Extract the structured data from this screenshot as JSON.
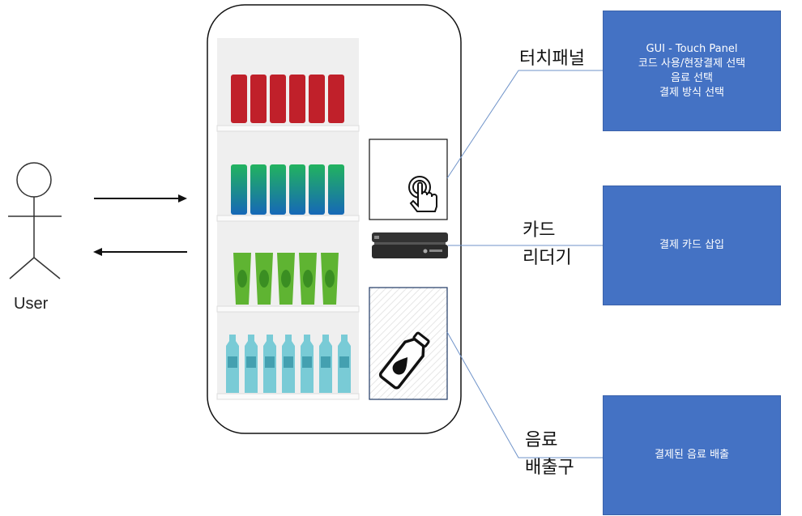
{
  "actor": {
    "label": "User"
  },
  "components": {
    "touch_panel": {
      "label": "터치패널"
    },
    "card_reader": {
      "line1": "카드",
      "line2": "리더기"
    },
    "dispenser": {
      "line1": "음료",
      "line2": "배출구"
    }
  },
  "descriptions": {
    "touch_panel": {
      "lines": [
        "GUI - Touch Panel",
        "코드 사용/현장결제 선택",
        "음료 선택",
        "결제 방식 선택"
      ]
    },
    "card_reader": {
      "lines": [
        "결제 카드 삽입"
      ]
    },
    "dispenser": {
      "lines": [
        "결제된 음료 배출"
      ]
    }
  },
  "colors": {
    "box_fill": "#4472c4",
    "connector": "#6f93c9",
    "shelf_row1": "#c0202a",
    "shelf_row2": "#18a383",
    "shelf_row3": "#5fb432",
    "shelf_row4": "#79cbd6"
  }
}
